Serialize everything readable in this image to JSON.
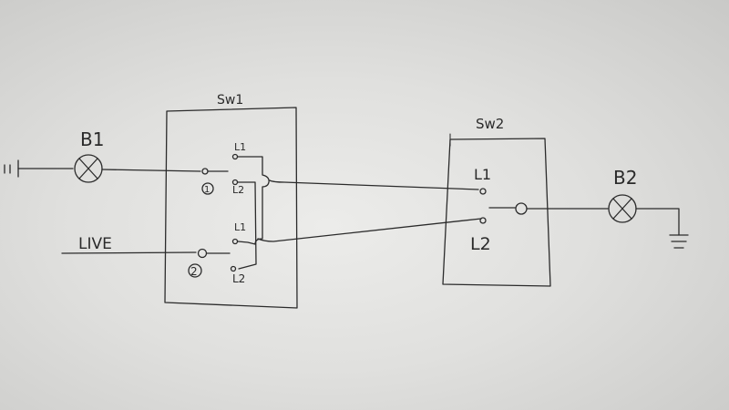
{
  "bulbs": {
    "b1": "B1",
    "b2": "B2"
  },
  "switches": {
    "sw1": {
      "name": "Sw1",
      "terminal_1": "1",
      "terminal_2": "2",
      "top_l1": "L1",
      "top_l2": "L2",
      "bottom_l1": "L1",
      "bottom_l2": "L2"
    },
    "sw2": {
      "name": "Sw2",
      "l1": "L1",
      "l2": "L2"
    }
  },
  "live_label": "LIVE",
  "colors": {
    "ink": "#2b2b2b",
    "paper": "#e6e6e4"
  }
}
